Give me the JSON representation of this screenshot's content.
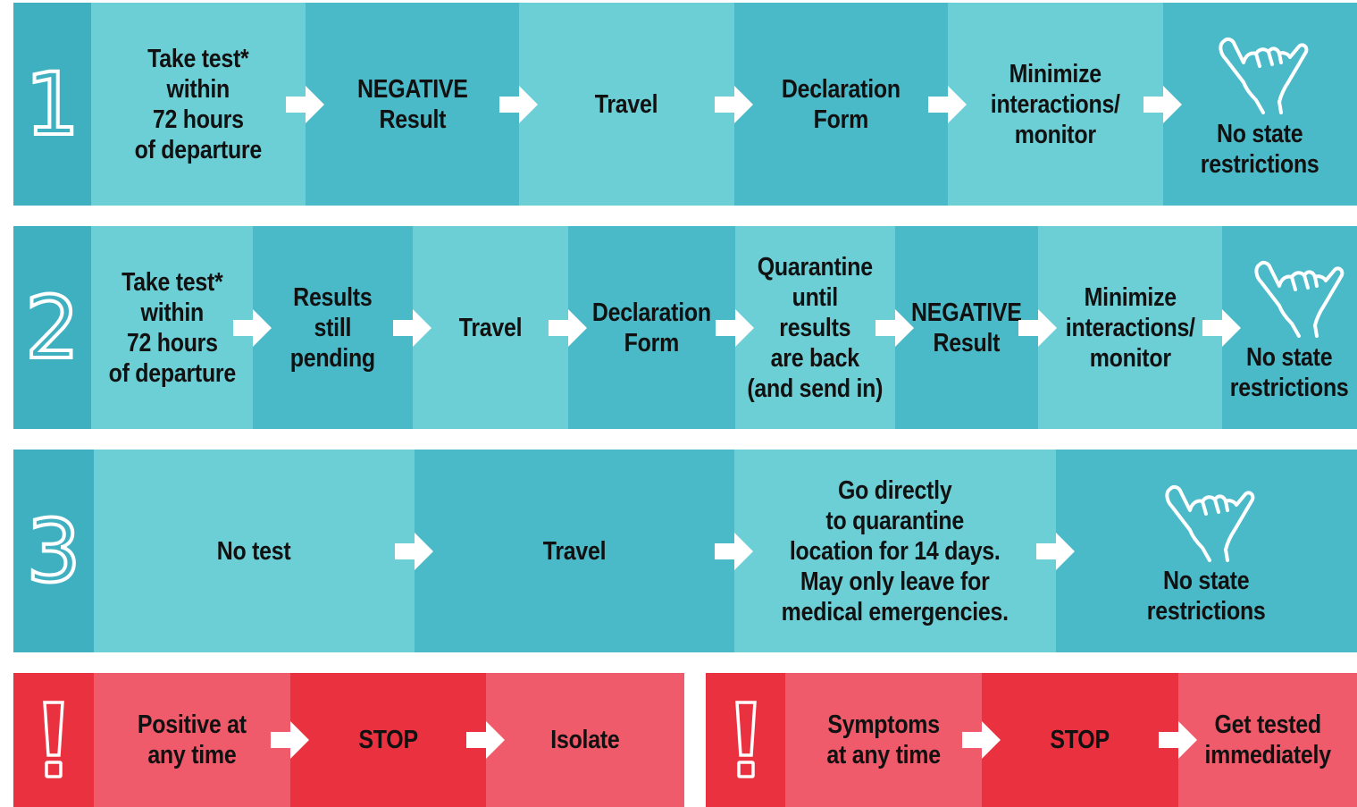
{
  "colors": {
    "teal_number_panel": "#3fb0c0",
    "teal_dark": "#4ab9c8",
    "teal_mid": "#5cc3cf",
    "teal_light": "#6ccfd6",
    "red_dark": "#ea3140",
    "red_light": "#f05b6b",
    "arrow": "#ffffff"
  },
  "rows": [
    {
      "number": "1",
      "steps": [
        "Take test*\nwithin\n72 hours\nof departure",
        "NEGATIVE\nResult",
        "Travel",
        "Declaration\nForm",
        "Minimize\ninteractions/\nmonitor",
        "No state\nrestrictions"
      ],
      "final_icon": "shaka-hand-icon"
    },
    {
      "number": "2",
      "steps": [
        "Take test*\nwithin\n72 hours\nof departure",
        "Results\nstill\npending",
        "Travel",
        "Declaration\nForm",
        "Quarantine\nuntil\nresults\nare back\n(and send in)",
        "NEGATIVE\nResult",
        "Minimize\ninteractions/\nmonitor",
        "No state\nrestrictions"
      ],
      "final_icon": "shaka-hand-icon"
    },
    {
      "number": "3",
      "steps": [
        "No test",
        "Travel",
        "Go directly\nto quarantine\nlocation for 14 days.\nMay only leave for\nmedical emergencies.",
        "No state\nrestrictions"
      ],
      "final_icon": "shaka-hand-icon"
    }
  ],
  "alerts": [
    {
      "icon": "exclamation-icon",
      "steps": [
        "Positive at\nany time",
        "STOP",
        "Isolate"
      ]
    },
    {
      "icon": "exclamation-icon",
      "steps": [
        "Symptoms\nat any time",
        "STOP",
        "Get tested\nimmediately"
      ]
    }
  ]
}
